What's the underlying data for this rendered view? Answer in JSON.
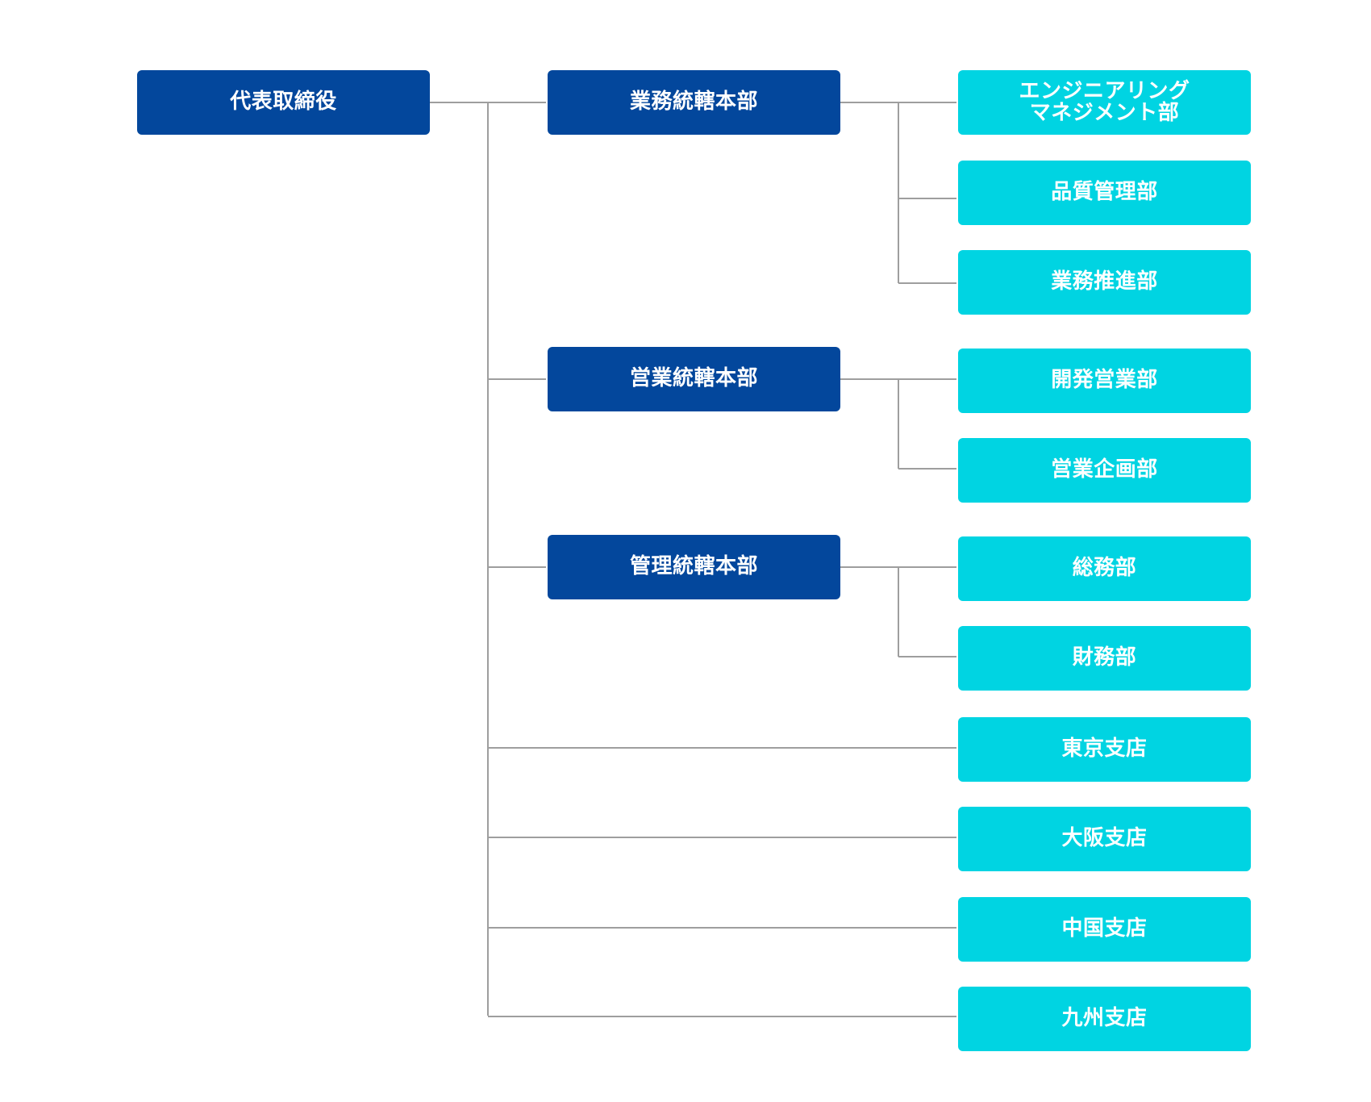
{
  "colors": {
    "executive": "#03479c",
    "division": "#03479c",
    "department": "#00d4e2",
    "connector": "#9e9e9e",
    "text": "#ffffff"
  },
  "root": {
    "label": "代表取締役"
  },
  "divisions": [
    {
      "label": "業務統轄本部",
      "departments": [
        {
          "label": "エンジニアリング\nマネジメント部"
        },
        {
          "label": "品質管理部"
        },
        {
          "label": "業務推進部"
        }
      ]
    },
    {
      "label": "営業統轄本部",
      "departments": [
        {
          "label": "開発営業部"
        },
        {
          "label": "営業企画部"
        }
      ]
    },
    {
      "label": "管理統轄本部",
      "departments": [
        {
          "label": "総務部"
        },
        {
          "label": "財務部"
        }
      ]
    }
  ],
  "branches": [
    {
      "label": "東京支店"
    },
    {
      "label": "大阪支店"
    },
    {
      "label": "中国支店"
    },
    {
      "label": "九州支店"
    }
  ]
}
